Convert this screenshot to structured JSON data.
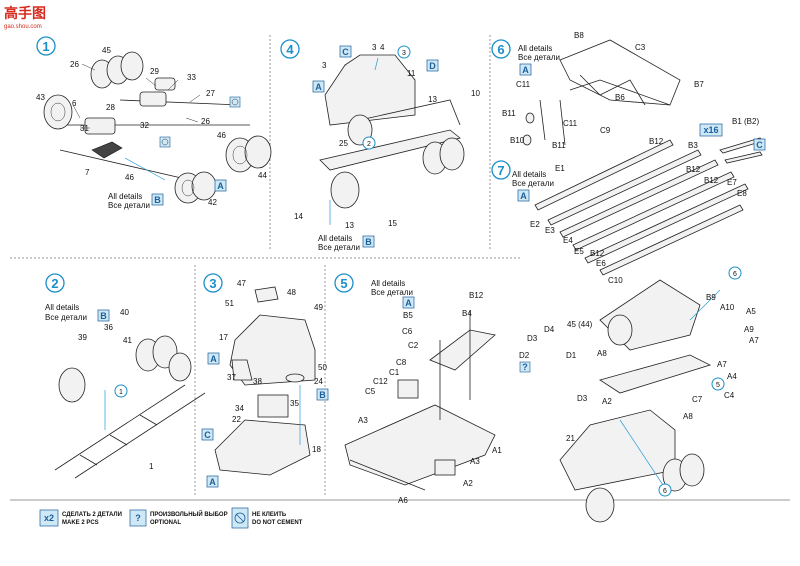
{
  "watermark": {
    "chars": "高手图",
    "url": "gao.shou.com"
  },
  "steps": {
    "s1": {
      "num": "1",
      "labels": [
        "45",
        "26",
        "29",
        "33",
        "43",
        "6",
        "28",
        "32",
        "27",
        "46",
        "31",
        "26",
        "7",
        "46",
        "44",
        "42"
      ],
      "all_details_en": "All details",
      "all_details_ru": "Все детали",
      "box_a": "A",
      "box_b": "B"
    },
    "s2": {
      "num": "2",
      "labels": [
        "40",
        "36",
        "39",
        "41",
        "1"
      ],
      "all_details_en": "All details",
      "all_details_ru": "Все детали",
      "box_b": "B",
      "circle": "1"
    },
    "s3": {
      "num": "3",
      "labels": [
        "47",
        "48",
        "51",
        "49",
        "17",
        "50",
        "37",
        "38",
        "24",
        "34",
        "22",
        "35",
        "18"
      ],
      "box_a1": "A",
      "box_a2": "A",
      "box_b": "B",
      "box_c": "C"
    },
    "s4": {
      "num": "4",
      "labels": [
        "3",
        "4",
        "3",
        "11",
        "10",
        "13",
        "25",
        "14",
        "13",
        "15"
      ],
      "all_details_en": "All details",
      "all_details_ru": "Все детали",
      "box_a": "A",
      "box_b": "B",
      "box_c": "C",
      "box_d": "D",
      "circle3": "3",
      "circle2": "2"
    },
    "s5": {
      "num": "5",
      "labels": [
        "B12",
        "B5",
        "B4",
        "C6",
        "C2",
        "C8",
        "C1",
        "C12",
        "C5",
        "A3",
        "A1",
        "A3",
        "A2",
        "A6"
      ],
      "all_details_en": "All details",
      "all_details_ru": "Все детали",
      "box_a": "A"
    },
    "s6": {
      "num": "6",
      "labels": [
        "B8",
        "C3",
        "B7",
        "C11",
        "B6",
        "B11",
        "C11",
        "C9",
        "B10",
        "B11"
      ],
      "all_details_en": "All details",
      "all_details_ru": "Все детали",
      "box_a": "A"
    },
    "s7": {
      "num": "7",
      "labels": [
        "B12",
        "E1",
        "B12",
        "B12",
        "E7",
        "E8",
        "E2",
        "E3",
        "E4",
        "E5",
        "B12",
        "E6",
        "C10",
        "B1 (B2)",
        "B3",
        "B9",
        "A10",
        "A5",
        "A9",
        "A7",
        "A7",
        "A4",
        "C4",
        "C7",
        "A8",
        "A2",
        "D4",
        "45 (44)",
        "D3",
        "D2",
        "D1",
        "A8",
        "D3",
        "21"
      ],
      "all_details_en": "All details",
      "all_details_ru": "Все детали",
      "box_a": "A",
      "box_c": "C",
      "x16": "x16",
      "circle6a": "6",
      "circle6b": "6",
      "circle5": "5",
      "qmark": "?"
    }
  },
  "legend": {
    "make2": {
      "badge": "x2",
      "ru": "СДЕЛАТЬ 2 ДЕТАЛИ",
      "en": "MAKE 2 PCS"
    },
    "optional": {
      "badge": "?",
      "ru": "ПРОИЗВОЛЬНЫЙ ВЫБОР",
      "en": "OPTIONAL"
    },
    "nocement": {
      "ru": "НЕ КЛЕИТЬ",
      "en": "DO NOT CEMENT"
    }
  },
  "colors": {
    "accent": "#1a8fc9",
    "box_fill": "#cfe8f6",
    "logo": "#d62b1e"
  }
}
